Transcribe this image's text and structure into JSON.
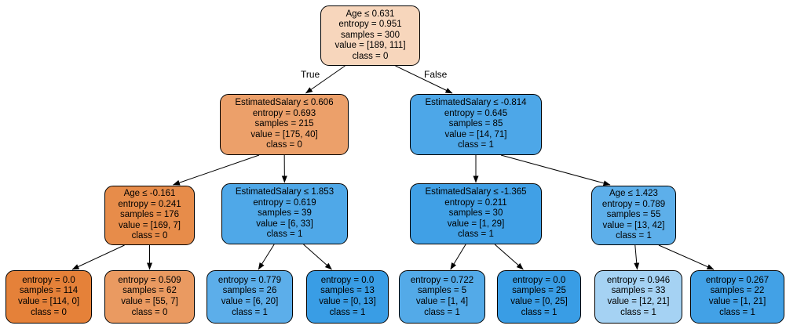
{
  "diagram": {
    "type": "decision-tree",
    "edge_labels": {
      "true_label": "True",
      "false_label": "False"
    },
    "class_colors": {
      "class_0_pure": "#e58139",
      "class_1_pure": "#399de5"
    },
    "nodes": [
      {
        "id": "root",
        "fill": "#f7d6bc",
        "lines": [
          "Age ≤ 0.631",
          "entropy = 0.951",
          "samples = 300",
          "value = [189, 111]",
          "class = 0"
        ]
      },
      {
        "id": "n1",
        "fill": "#eca06a",
        "lines": [
          "EstimatedSalary ≤ 0.606",
          "entropy = 0.693",
          "samples = 215",
          "value = [175, 40]",
          "class = 0"
        ]
      },
      {
        "id": "n2",
        "fill": "#4da7e8",
        "lines": [
          "EstimatedSalary ≤ -0.814",
          "entropy = 0.645",
          "samples = 85",
          "value = [14, 71]",
          "class = 1"
        ]
      },
      {
        "id": "n3",
        "fill": "#e78c4a",
        "lines": [
          "Age ≤ -0.161",
          "entropy = 0.241",
          "samples = 176",
          "value = [169, 7]",
          "class = 0"
        ]
      },
      {
        "id": "n4",
        "fill": "#4fa8e8",
        "lines": [
          "EstimatedSalary ≤ 1.853",
          "entropy = 0.619",
          "samples = 39",
          "value = [6, 33]",
          "class = 1"
        ]
      },
      {
        "id": "n5",
        "fill": "#40a0e6",
        "lines": [
          "EstimatedSalary ≤ -1.365",
          "entropy = 0.211",
          "samples = 30",
          "value = [1, 29]",
          "class = 1"
        ]
      },
      {
        "id": "n6",
        "fill": "#5dafea",
        "lines": [
          "Age ≤ 1.423",
          "entropy = 0.789",
          "samples = 55",
          "value = [13, 42]",
          "class = 1"
        ]
      },
      {
        "id": "l1",
        "fill": "#e58139",
        "lines": [
          "entropy = 0.0",
          "samples = 114",
          "value = [114, 0]",
          "class = 0"
        ]
      },
      {
        "id": "l2",
        "fill": "#ea9a61",
        "lines": [
          "entropy = 0.509",
          "samples = 62",
          "value = [55, 7]",
          "class = 0"
        ]
      },
      {
        "id": "l3",
        "fill": "#5caeea",
        "lines": [
          "entropy = 0.779",
          "samples = 26",
          "value = [6, 20]",
          "class = 1"
        ]
      },
      {
        "id": "l4",
        "fill": "#399de5",
        "lines": [
          "entropy = 0.0",
          "samples = 13",
          "value = [0, 13]",
          "class = 1"
        ]
      },
      {
        "id": "l5",
        "fill": "#53aae8",
        "lines": [
          "entropy = 0.722",
          "samples = 5",
          "value = [1, 4]",
          "class = 1"
        ]
      },
      {
        "id": "l6",
        "fill": "#399de5",
        "lines": [
          "entropy = 0.0",
          "samples = 25",
          "value = [0, 25]",
          "class = 1"
        ]
      },
      {
        "id": "l7",
        "fill": "#a5d2f3",
        "lines": [
          "entropy = 0.946",
          "samples = 33",
          "value = [12, 21]",
          "class = 1"
        ]
      },
      {
        "id": "l8",
        "fill": "#42a1e6",
        "lines": [
          "entropy = 0.267",
          "samples = 22",
          "value = [1, 21]",
          "class = 1"
        ]
      }
    ],
    "edges": [
      {
        "from": "root",
        "to": "n1",
        "label": "True"
      },
      {
        "from": "root",
        "to": "n2",
        "label": "False"
      },
      {
        "from": "n1",
        "to": "n3"
      },
      {
        "from": "n1",
        "to": "n4"
      },
      {
        "from": "n2",
        "to": "n5"
      },
      {
        "from": "n2",
        "to": "n6"
      },
      {
        "from": "n3",
        "to": "l1"
      },
      {
        "from": "n3",
        "to": "l2"
      },
      {
        "from": "n4",
        "to": "l3"
      },
      {
        "from": "n4",
        "to": "l4"
      },
      {
        "from": "n5",
        "to": "l5"
      },
      {
        "from": "n5",
        "to": "l6"
      },
      {
        "from": "n6",
        "to": "l7"
      },
      {
        "from": "n6",
        "to": "l8"
      }
    ]
  }
}
